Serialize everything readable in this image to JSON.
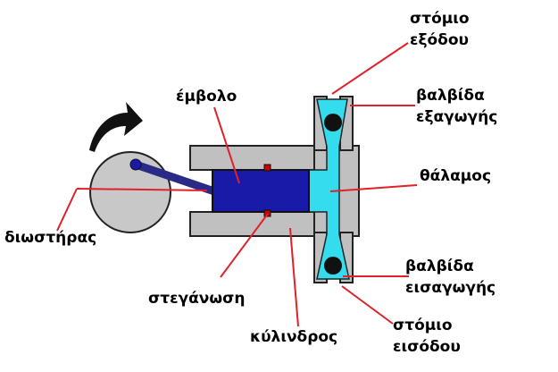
{
  "labels": {
    "outlet_port": [
      "στόμιο",
      "εξόδου"
    ],
    "outlet_valve": [
      "βαλβίδα",
      "εξαγωγής"
    ],
    "chamber": "θάλαμος",
    "piston": "έμβολο",
    "crankshaft": "διωστήρας",
    "seal": "στεγάνωση",
    "cylinder": "κύλινδρος",
    "inlet_valve": [
      "βαλβίδα",
      "εισαγωγής"
    ],
    "inlet_port": [
      "στόμιο",
      "εισόδου"
    ]
  },
  "colors": {
    "cylinder": "#c0c0c0",
    "piston": "#1a1aa8",
    "fluid": "#33ddee",
    "flywheel": "#c8c8c8",
    "seal": "#c80000",
    "leader_line": "#e0202a",
    "outline": "#222222"
  },
  "icons": {
    "rotation": "curved-arrow-icon"
  }
}
